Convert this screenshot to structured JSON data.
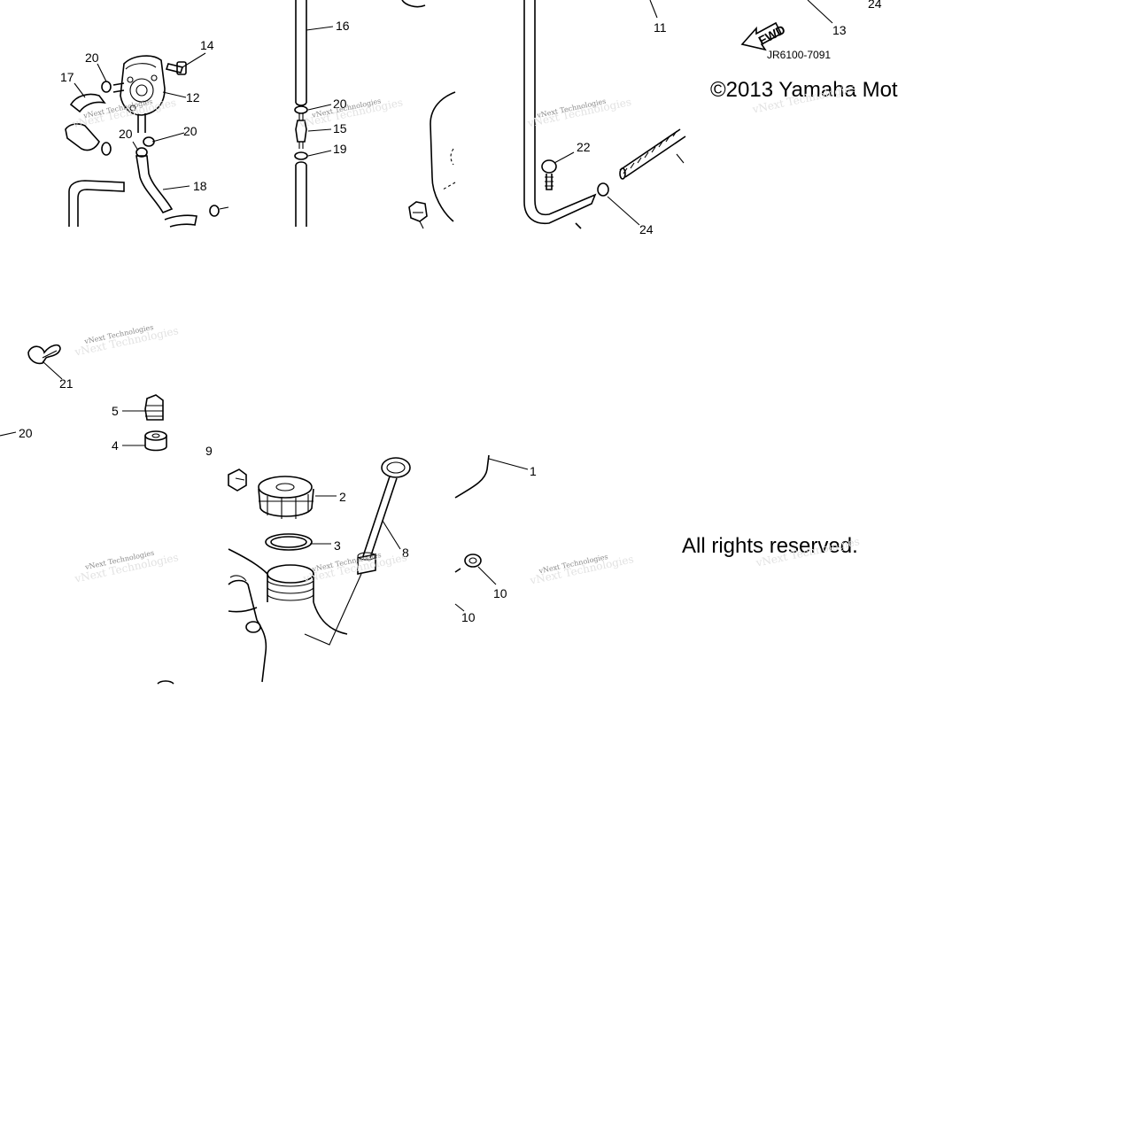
{
  "diagram": {
    "callouts": [
      "1",
      "2",
      "3",
      "4",
      "5",
      "8",
      "9",
      "10",
      "10",
      "11",
      "12",
      "13",
      "14",
      "15",
      "16",
      "17",
      "18",
      "19",
      "20",
      "20",
      "20",
      "20",
      "20",
      "21",
      "22",
      "24",
      "24"
    ],
    "drawing_code": "JR6100-7091",
    "copyright": "©2013 Yamaha Mot",
    "rights": "All rights reserved.",
    "direction_arrow": "FWD",
    "watermark": "vNext Technologies",
    "watermark_bg": "vNext Technologies"
  }
}
